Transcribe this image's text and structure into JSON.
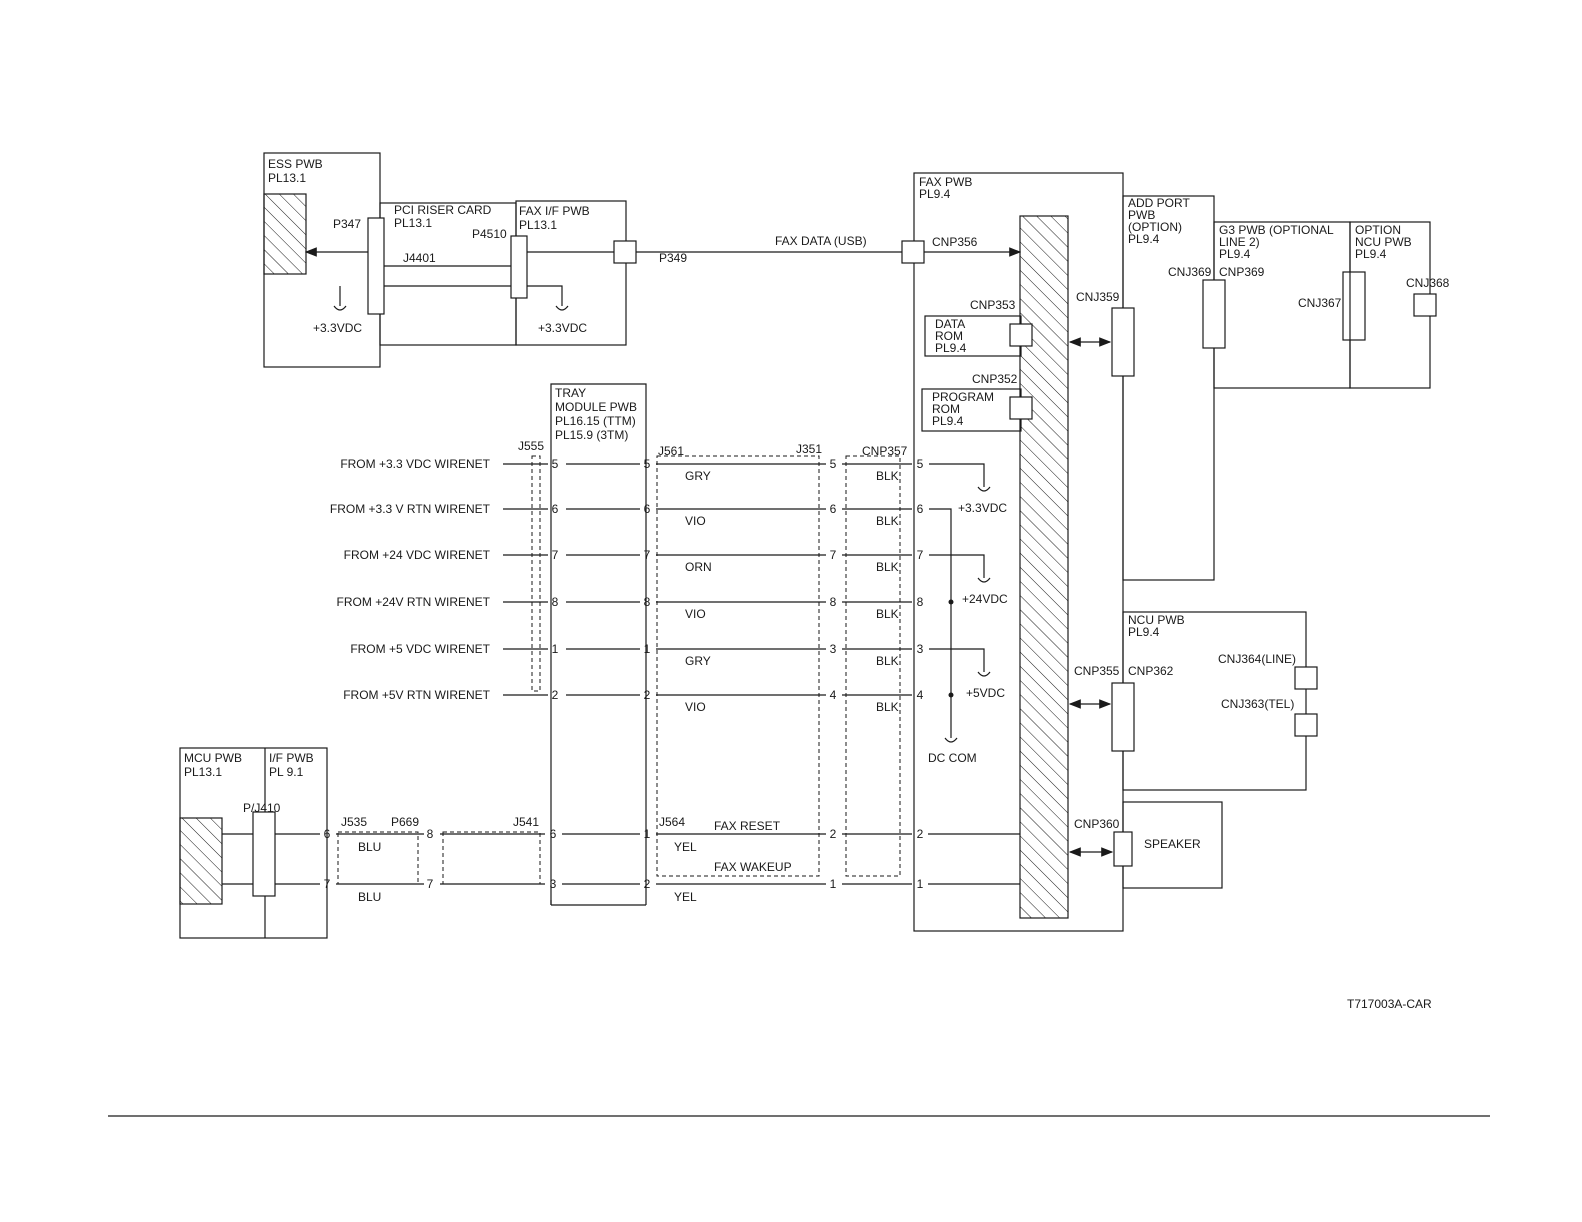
{
  "boards": {
    "ess": {
      "name": "ESS PWB",
      "pl": "PL13.1"
    },
    "pci": {
      "name": "PCI RISER CARD",
      "pl": "PL13.1"
    },
    "faxif": {
      "name": "FAX  I/F PWB",
      "pl": "PL13.1"
    },
    "fax": {
      "name": "FAX PWB",
      "pl": "PL9.4"
    },
    "addport": {
      "l1": "ADD PORT",
      "l2": "PWB",
      "l3": "(OPTION)",
      "pl": "PL9.4"
    },
    "g3": {
      "l1": "G3 PWB (OPTIONAL",
      "l2": "LINE 2)",
      "pl": "PL9.4"
    },
    "optncu": {
      "l1": "OPTION",
      "l2": "NCU PWB",
      "pl": "PL9.4"
    },
    "ncu": {
      "name": "NCU PWB",
      "pl": "PL9.4"
    },
    "tray": {
      "l1": "TRAY",
      "l2": "MODULE PWB",
      "l3": "PL16.15 (TTM)",
      "l4": "PL15.9 (3TM)"
    },
    "mcu": {
      "name": "MCU PWB",
      "pl": "PL13.1"
    },
    "ifpwb": {
      "name": "I/F PWB",
      "pl": "PL 9.1"
    },
    "dataRom": {
      "l1": "DATA",
      "l2": "ROM",
      "pl": "PL9.4"
    },
    "programRom": {
      "l1": "PROGRAM",
      "l2": "ROM",
      "pl": "PL9.4"
    },
    "speaker": "SPEAKER"
  },
  "connectors": {
    "p347": "P347",
    "j4401": "J4401",
    "p4510": "P4510",
    "p349": "P349",
    "cnp356": "CNP356",
    "cnp353": "CNP353",
    "cnp352": "CNP352",
    "cnj359": "CNJ359",
    "cnj369a": "CNJ369",
    "cnp369": "CNP369",
    "cnj367": "CNJ367",
    "cnj368": "CNJ368",
    "j555": "J555",
    "j561": "J561",
    "j351": "J351",
    "cnp357": "CNP357",
    "cnp355": "CNP355",
    "cnp362": "CNP362",
    "cnj364": "CNJ364(LINE)",
    "cnj363": "CNJ363(TEL)",
    "cnp360": "CNP360",
    "pj410": "P/J410",
    "j535": "J535",
    "p669": "P669",
    "j541": "J541",
    "j564": "J564"
  },
  "signals": {
    "faxData": "FAX DATA (USB)",
    "v33a": "+3.3VDC",
    "v33b": "+3.3VDC",
    "v33c": "+3.3VDC",
    "v24": "+24VDC",
    "v5": "+5VDC",
    "dccom": "DC COM",
    "faxReset": "FAX RESET",
    "faxWakeup": "FAX WAKEUP"
  },
  "wirenet_rows": [
    {
      "label": "FROM +3.3 VDC WIRENET",
      "p1": "5",
      "p2": "5",
      "color": "GRY",
      "p3": "5",
      "wire": "BLK",
      "p4": "5"
    },
    {
      "label": "FROM +3.3 V RTN  WIRENET",
      "p1": "6",
      "p2": "6",
      "color": "VIO",
      "p3": "6",
      "wire": "BLK",
      "p4": "6"
    },
    {
      "label": "FROM +24 VDC  WIRENET",
      "p1": "7",
      "p2": "7",
      "color": "ORN",
      "p3": "7",
      "wire": "BLK",
      "p4": "7"
    },
    {
      "label": "FROM +24V RTN WIRENET",
      "p1": "8",
      "p2": "8",
      "color": "VIO",
      "p3": "8",
      "wire": "BLK",
      "p4": "8"
    },
    {
      "label": "FROM +5 VDC  WIRENET",
      "p1": "1",
      "p2": "1",
      "color": "GRY",
      "p3": "3",
      "wire": "BLK",
      "p4": "3"
    },
    {
      "label": "FROM +5V RTN WIRENET",
      "p1": "2",
      "p2": "2",
      "color": "VIO",
      "p3": "4",
      "wire": "BLK",
      "p4": "4"
    }
  ],
  "mcu_rows": [
    {
      "a": "6",
      "w1": "BLU",
      "b": "8",
      "c": "6",
      "d": "1",
      "w2": "YEL",
      "e": "2",
      "f": "2"
    },
    {
      "a": "7",
      "w1": "BLU",
      "b": "7",
      "c": "3",
      "d": "2",
      "w2": "YEL",
      "e": "1",
      "f": "1"
    }
  ],
  "figure_id": "T717003A-CAR"
}
